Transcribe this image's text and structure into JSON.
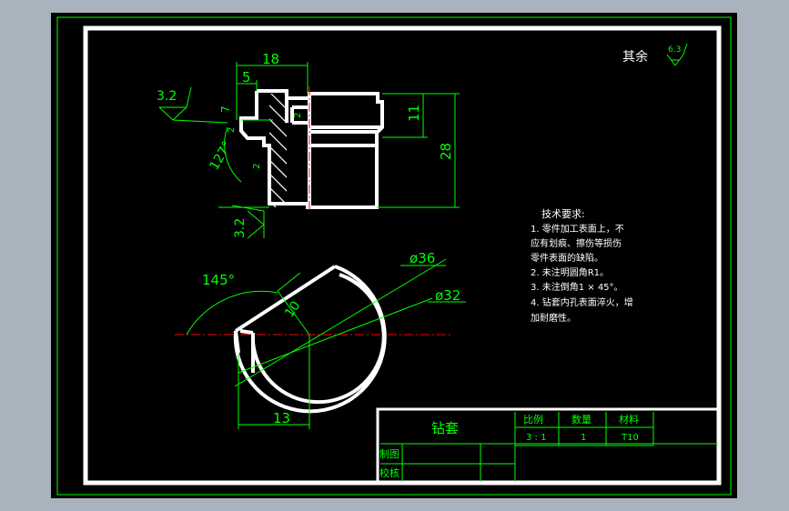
{
  "colors": {
    "background_outer": "#a9b3bd",
    "sheet": "#000000",
    "border": "#ffffff",
    "dimension": "#00ff00",
    "centerline": "#ff0000",
    "hatch": "#ffffff"
  },
  "roughness": {
    "other_label": "其余",
    "other_value": "6.3",
    "left_value": "3.2",
    "bottom_value": "3.2"
  },
  "dimensions": {
    "top_width": "18",
    "top_step": "5",
    "hole_dia_small": "11",
    "outer_height": "28",
    "small_left_a": "7",
    "small_left_b": "2",
    "small_left_c": "2",
    "small_left_d": "2",
    "angle_front": "127°",
    "angle_bottom": "145°",
    "dia_outer": "ø36",
    "dia_inner": "ø32",
    "flat_offset": "10",
    "flat_width": "13"
  },
  "notes": {
    "title": "技术要求:",
    "lines": [
      "1. 零件加工表面上，不",
      "应有划痕、擦伤等损伤",
      "零件表面的缺陷。",
      "2. 未注明圆角R1。",
      "3. 未注倒角1 × 45°。",
      "4. 钻套内孔表面淬火，增",
      "加耐磨性。"
    ]
  },
  "title_block": {
    "part_name": "钻套",
    "scale_label": "比例",
    "qty_label": "数量",
    "material_label": "材料",
    "scale_value": "3 : 1",
    "qty_value": "1",
    "material_value": "T10",
    "drawn_label": "制图",
    "checked_label": "校核"
  }
}
